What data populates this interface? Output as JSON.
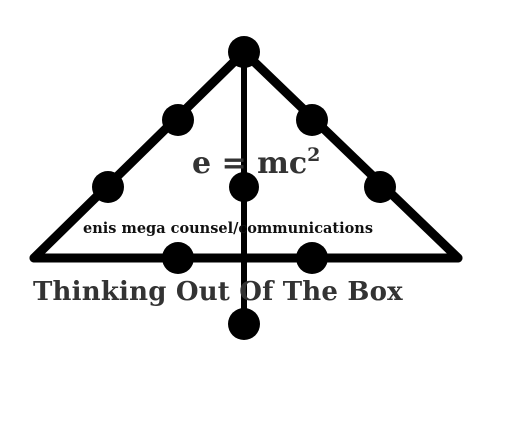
{
  "logo": {
    "formula_base": "e = mc",
    "formula_exponent": "2",
    "company_name": "enis mega counsel/communications",
    "tagline": "Thinking Out Of The Box"
  },
  "colors": {
    "background": "#ffffff",
    "line": "#000000",
    "text": "#333333"
  }
}
